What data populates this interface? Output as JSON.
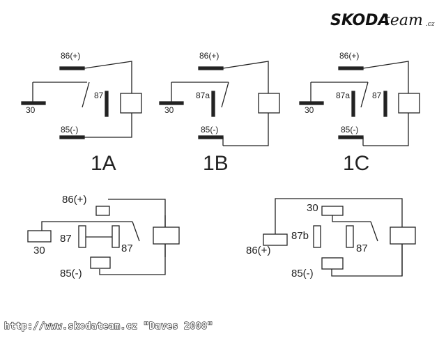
{
  "brand": {
    "part1": "SKODA",
    "part2": "team",
    "part3": ".cz"
  },
  "footer": "http://www.skodateam.cz \"Daves 2008\"",
  "diagram_1a": {
    "title": "1A",
    "pin86": "86(+)",
    "pin87": "87",
    "pin30": "30",
    "pin85": "85(-)"
  },
  "diagram_1b": {
    "title": "1B",
    "pin86": "86(+)",
    "pin87a": "87a",
    "pin30": "30",
    "pin85": "85(-)"
  },
  "diagram_1c": {
    "title": "1C",
    "pin86": "86(+)",
    "pin87a": "87a",
    "pin87": "87",
    "pin30": "30",
    "pin85": "85(-)"
  },
  "diagram_layout_a": {
    "pin86": "86(+)",
    "pin87_left": "87",
    "pin87_right": "87",
    "pin30": "30",
    "pin85": "85(-)"
  },
  "diagram_layout_b": {
    "pin30": "30",
    "pin87b": "87b",
    "pin87": "87",
    "pin86": "86(+)",
    "pin85": "85(-)"
  },
  "colors": {
    "line": "#222222",
    "background": "#ffffff"
  }
}
